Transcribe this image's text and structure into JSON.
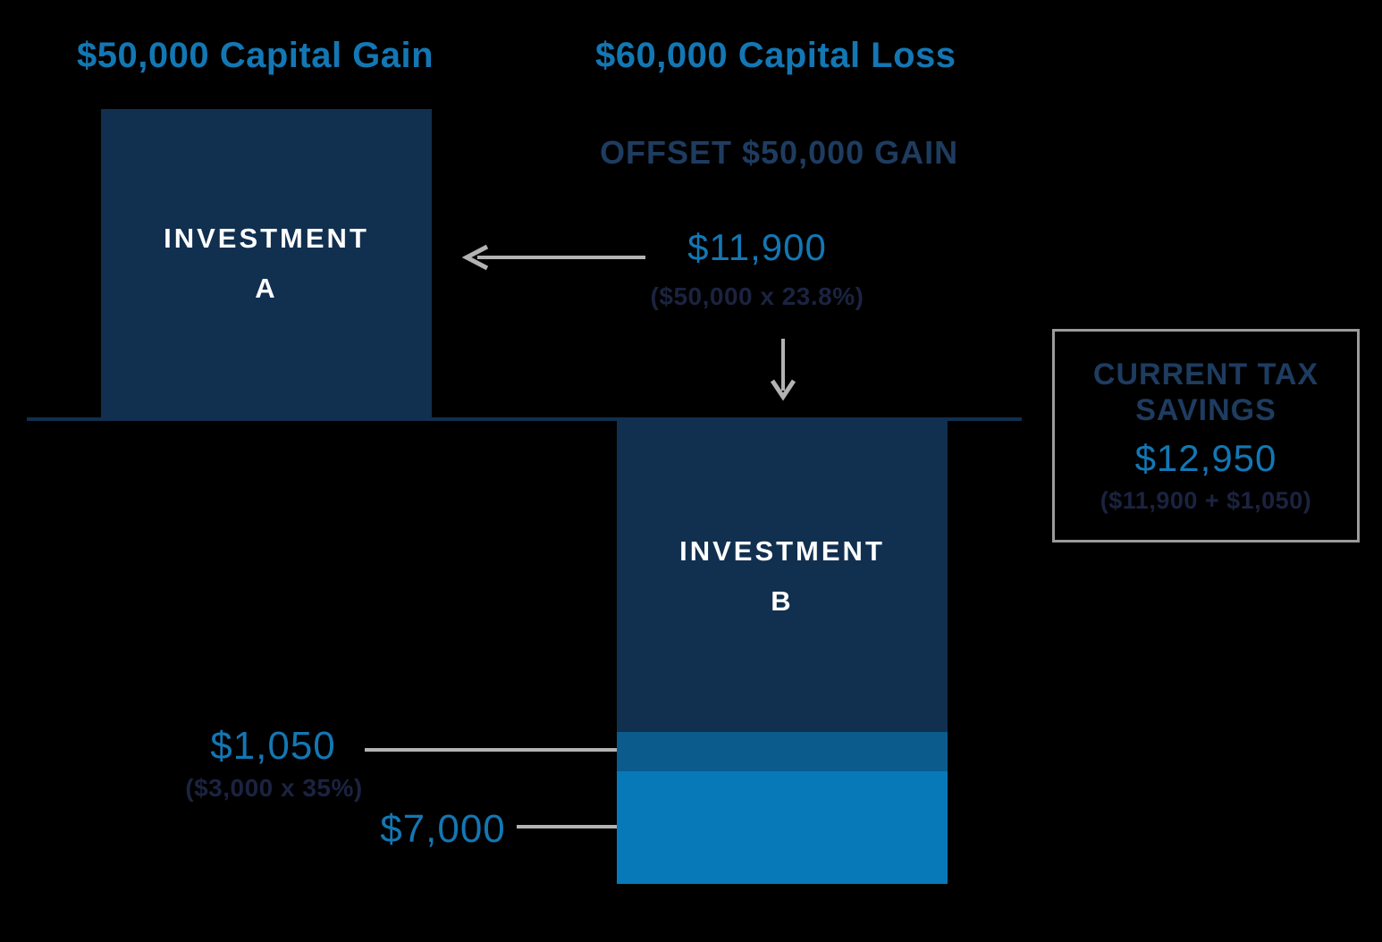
{
  "colors": {
    "background": "#000000",
    "navy_fill": "#112f4f",
    "medium_blue_fill": "#0b5b8d",
    "light_blue_fill": "#0779b9",
    "blue_text": "#1377b4",
    "navy_heading_text": "#1e3c60",
    "dark_formula_text": "#1b2340",
    "white_text": "#ffffff",
    "arrow_gray": "#b3b3b3",
    "border_gray": "#9b9b9b"
  },
  "headings": {
    "capital_gain": "$50,000 Capital Gain",
    "capital_loss": "$60,000 Capital Loss",
    "offset": "OFFSET $50,000 GAIN"
  },
  "investment_a": {
    "name_line1": "INVESTMENT",
    "name_line2": "A"
  },
  "investment_b": {
    "name_line1": "INVESTMENT",
    "name_line2": "B"
  },
  "offset_flow": {
    "amount": "$11,900",
    "formula": "($50,000 x 23.8%)"
  },
  "tax_savings_box": {
    "title_line1": "CURRENT TAX",
    "title_line2": "SAVINGS",
    "amount": "$12,950",
    "formula": "($11,900 + $1,050)"
  },
  "deduction_label": {
    "amount": "$1,050",
    "formula": "($3,000 x 35%)"
  },
  "carryforward_label": {
    "amount": "$7,000"
  },
  "chart_data": {
    "type": "bar",
    "description": "Tax-loss harvesting offset diagram: gain bar above baseline, loss bar below baseline",
    "series": [
      {
        "name": "INVESTMENT A",
        "label": "$50,000 Capital Gain",
        "value": 50000
      },
      {
        "name": "INVESTMENT B",
        "label": "$60,000 Capital Loss",
        "value": -60000
      }
    ],
    "annotations": [
      {
        "text": "OFFSET $50,000 GAIN"
      },
      {
        "text": "$11,900",
        "formula": "($50,000 x 23.8%)"
      },
      {
        "text": "CURRENT TAX SAVINGS $12,950",
        "formula": "($11,900 + $1,050)"
      },
      {
        "text": "$1,050",
        "formula": "($3,000 x 35%)"
      },
      {
        "text": "$7,000"
      }
    ],
    "baseline": 0,
    "legend_position": "none",
    "grid": false
  }
}
